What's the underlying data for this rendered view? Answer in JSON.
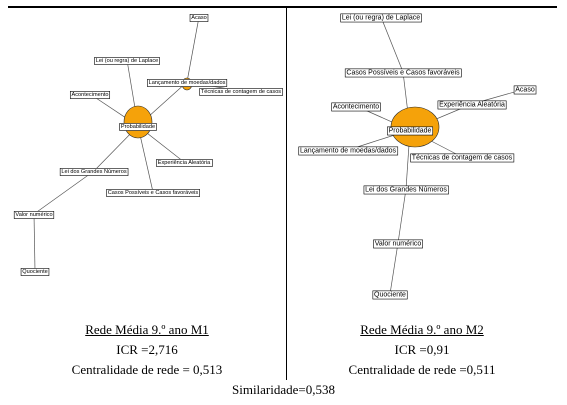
{
  "networks": [
    {
      "id": "m1",
      "title": "Rede Média 9.º ano M1",
      "icr": "ICR =2,716",
      "centrality": "Centralidade de rede = 0,513",
      "nodes": [
        {
          "key": "acaso",
          "label": "Acaso"
        },
        {
          "key": "laplace",
          "label": "Lei (ou regra) de Laplace"
        },
        {
          "key": "moedas",
          "label": "Lançamento de moedas/dados"
        },
        {
          "key": "tecnicas",
          "label": "Técnicas de contagem de casos"
        },
        {
          "key": "acontecimento",
          "label": "Acontecimento"
        },
        {
          "key": "probabilidade",
          "label": "Probabilidade"
        },
        {
          "key": "experiencia",
          "label": "Experiência Aleatória"
        },
        {
          "key": "grandes",
          "label": "Lei dos Grandes Números"
        },
        {
          "key": "casos",
          "label": "Casos Possíveis e Casos favoráveis"
        },
        {
          "key": "valor",
          "label": "Valor numérico"
        },
        {
          "key": "quociente",
          "label": "Quociente"
        }
      ],
      "hubs": [
        "probabilidade",
        "moedas"
      ]
    },
    {
      "id": "m2",
      "title": "Rede Média 9.º ano M2",
      "icr": "ICR =0,91",
      "centrality": "Centralidade de rede =0,511",
      "nodes": [
        {
          "key": "laplace",
          "label": "Lei (ou regra) de Laplace"
        },
        {
          "key": "casos",
          "label": "Casos Possíveis e Casos favoráveis"
        },
        {
          "key": "acaso",
          "label": "Acaso"
        },
        {
          "key": "acontecimento",
          "label": "Acontecimento"
        },
        {
          "key": "experiencia",
          "label": "Experiência Aleatória"
        },
        {
          "key": "probabilidade",
          "label": "Probabilidade"
        },
        {
          "key": "moedas",
          "label": "Lançamento de moedas/dados"
        },
        {
          "key": "tecnicas",
          "label": "Técnicas de contagem de casos"
        },
        {
          "key": "grandes",
          "label": "Lei dos Grandes Números"
        },
        {
          "key": "valor",
          "label": "Valor numérico"
        },
        {
          "key": "quociente",
          "label": "Quociente"
        }
      ],
      "hubs": [
        "probabilidade"
      ]
    }
  ],
  "similarity": "Similaridade=0,538",
  "colors": {
    "hub_fill": "#f5a20a",
    "hub_stroke": "#2a2a2a",
    "edge": "#555555",
    "box_stroke": "#000000"
  }
}
